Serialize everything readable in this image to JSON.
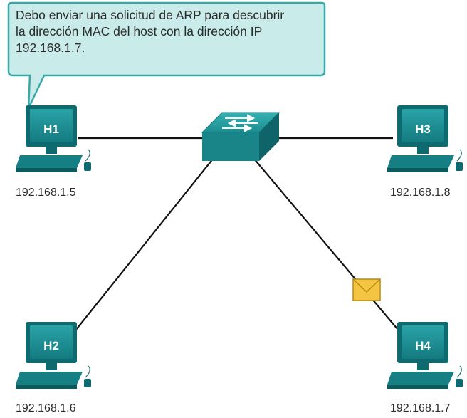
{
  "callout": {
    "lines": [
      "Debo enviar una solicitud de ARP para descubrir",
      "la dirección MAC del host con la dirección IP",
      "192.168.1.7."
    ]
  },
  "hosts": {
    "h1": {
      "label": "H1",
      "ip": "192.168.1.5"
    },
    "h2": {
      "label": "H2",
      "ip": "192.168.1.6"
    },
    "h3": {
      "label": "H3",
      "ip": "192.168.1.8"
    },
    "h4": {
      "label": "H4",
      "ip": "192.168.1.7"
    }
  },
  "colors": {
    "host_teal": "#1f8a8f",
    "host_dark": "#0e5e63",
    "callout_fill": "#c9ebe9",
    "callout_border": "#3aa7a8",
    "envelope": "#f4c542",
    "link": "#111111"
  },
  "icons": {
    "switch": "switch-icon",
    "envelope": "envelope-icon",
    "host": "computer-icon"
  }
}
